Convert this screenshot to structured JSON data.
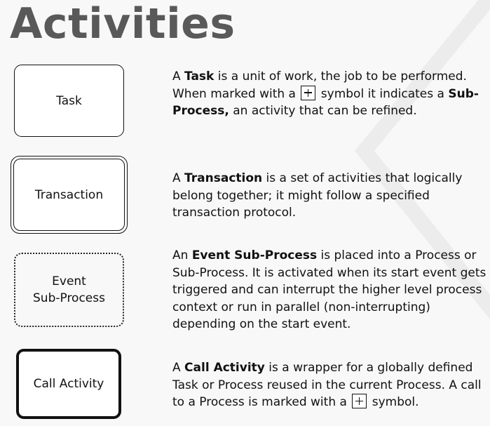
{
  "title": "Activities",
  "items": [
    {
      "shape_label": "Task",
      "desc": {
        "pre": "A ",
        "term": "Task",
        "mid1": " is a unit of work, the job to be performed. When marked with a ",
        "plus_icon": "plus-box-icon",
        "mid2": " symbol it indicates a ",
        "term2": "Sub-Process,",
        "post": " an activity that can be refined."
      }
    },
    {
      "shape_label": "Transaction",
      "desc": {
        "pre": "A ",
        "term": "Transaction",
        "post": " is a set of activities that logically belong together; it might follow a specified transaction protocol."
      }
    },
    {
      "shape_label_line1": "Event",
      "shape_label_line2": "Sub-Process",
      "desc": {
        "pre": "An ",
        "term": "Event Sub-Process",
        "post": " is placed into a Process or Sub-Process. It is activated when its start event gets triggered and can interrupt the higher level process context or run in parallel (non-interrupting) depending on the start event."
      }
    },
    {
      "shape_label": "Call Activity",
      "desc": {
        "pre": "A ",
        "term": "Call Activity",
        "mid1": " is a wrapper for a globally defined Task or Process reused in the current Process. A call to a Process is marked with a ",
        "plus_icon": "plus-box-icon",
        "post": " symbol."
      }
    }
  ],
  "colors": {
    "title": "#595959",
    "background": "#f8f8f8",
    "stroke": "#111111"
  }
}
